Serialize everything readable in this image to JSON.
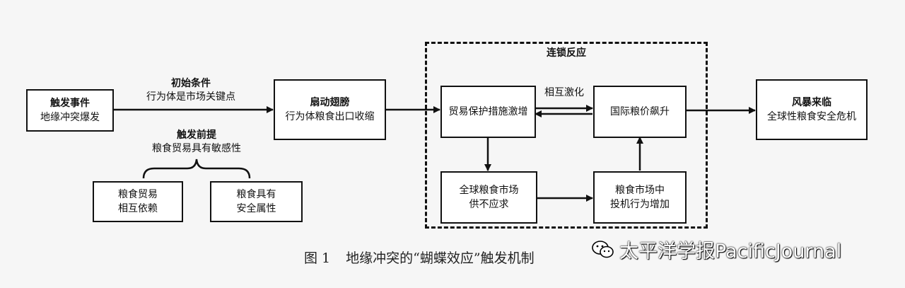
{
  "diagram": {
    "trigger_event": {
      "title": "触发事件",
      "text": "地缘冲突爆发"
    },
    "initial_condition": {
      "title": "初始条件",
      "text": "行为体是市场关键点"
    },
    "precondition": {
      "title": "触发前提",
      "text": "粮食贸易具有敏感性"
    },
    "trade_dependency": {
      "line1": "粮食贸易",
      "line2": "相互依赖"
    },
    "security_attribute": {
      "line1": "粮食具有",
      "line2": "安全属性"
    },
    "wing_flap": {
      "title": "扇动翅膀",
      "text": "行为体粮食出口收缩"
    },
    "chain_reaction": {
      "title": "连锁反应"
    },
    "trade_protection": {
      "text": "贸易保护措施激增"
    },
    "mutual_stimulation": {
      "text": "相互激化"
    },
    "price_surge": {
      "text": "国际粮价飙升"
    },
    "supply_shortage": {
      "line1": "全球粮食市场",
      "line2": "供不应求"
    },
    "speculation": {
      "line1": "粮食市场中",
      "line2": "投机行为增加"
    },
    "storm": {
      "title": "风暴来临",
      "text": "全球性粮食安全危机"
    }
  },
  "caption": {
    "number": "图 1",
    "text": "地缘冲突的“蝴蝶效应”触发机制"
  },
  "watermark": {
    "text": "太平洋学报PacificJournal",
    "icon": "wechat-icon"
  }
}
